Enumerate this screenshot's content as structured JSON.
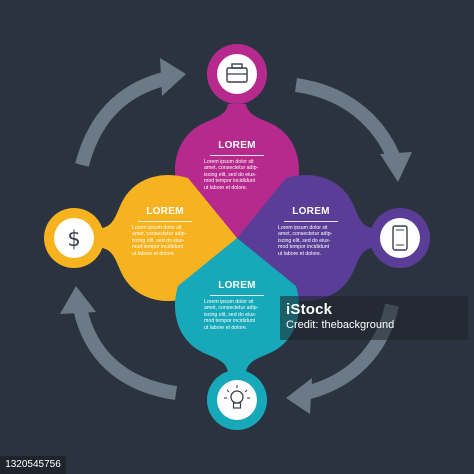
{
  "colors": {
    "background": "#2c3340",
    "arrow": "#6b7a86",
    "top": "#b62a8e",
    "right": "#5a3d96",
    "left": "#f6b21f",
    "bottom": "#17a9b9",
    "icon_white": "#ffffff",
    "icon_stroke": "#3b3f4a"
  },
  "petals": {
    "top": {
      "title": "LOREM",
      "body": "Lorem ipsum dolor sit\namet, consectetur adip-\niscing elit, sed do eius-\nmod tempor incididunt\nut labore et dolore."
    },
    "right": {
      "title": "LOREM",
      "body": "Lorem ipsum dolor sit\namet, consectetur adip-\niscing elit, sed do eius-\nmod tempor incididunt\nut labore et dolore."
    },
    "left": {
      "title": "LOREM",
      "body": "Lorem ipsum dolor sit\namet, consectetur adip-\niscing elit, sed do eius-\nmod tempor incididunt\nut labore et dolore."
    },
    "bottom": {
      "title": "LOREM",
      "body": "Lorem ipsum dolor sit\namet, consectetur adip-\niscing elit, sed do eius-\nmod tempor incididunt\nut labore et dolore."
    }
  },
  "icons": {
    "top": "briefcase-icon",
    "right": "smartphone-icon",
    "left": "dollar-icon",
    "bottom": "lightbulb-icon"
  },
  "watermark": {
    "brand": "iStock",
    "credit": "Credit: thebackground"
  },
  "stock_id": "1320545756"
}
